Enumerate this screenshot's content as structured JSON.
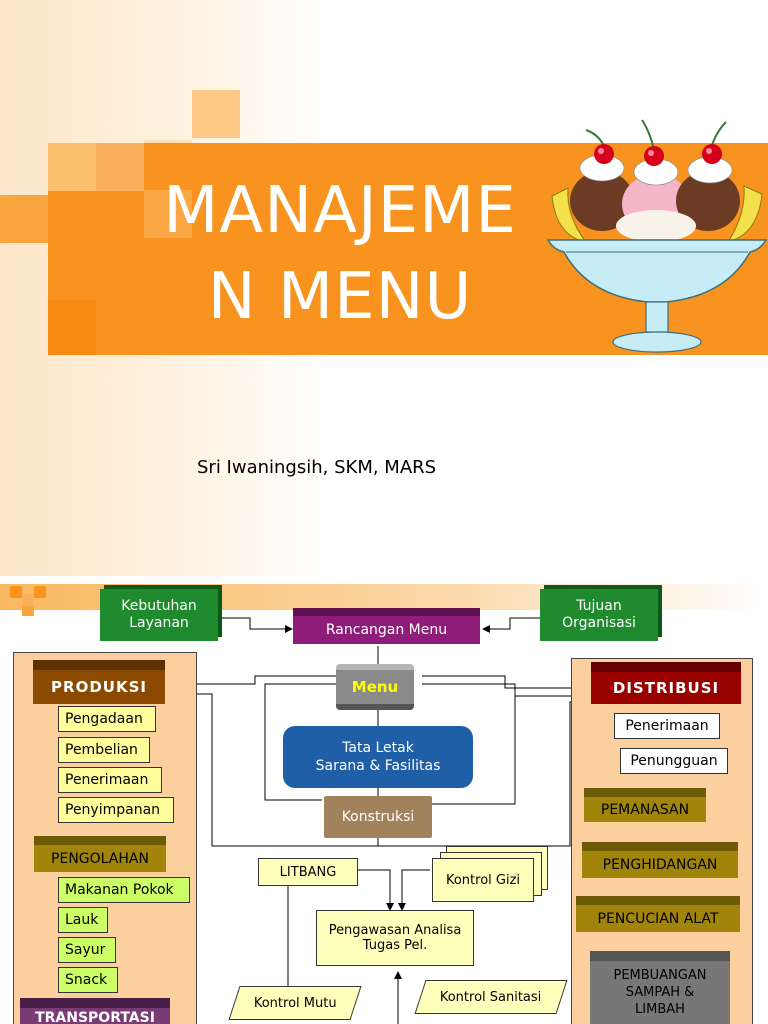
{
  "slide1": {
    "title": "MANAJEMEN MENU",
    "title_line1": "MANAJEME",
    "title_line2": "N MENU",
    "author": "Sri Iwaningsih, SKM, MARS",
    "colors": {
      "banner": "#f7931e",
      "title_text": "#ffffff",
      "squares": "#f9b860"
    },
    "illustration": "ice-cream-sundae"
  },
  "slide2": {
    "kebutuhan": "Kebutuhan Layanan",
    "rancangan": "Rancangan Menu",
    "tujuan": "Tujuan Organisasi",
    "menu": "Menu",
    "tata_letak_1": "Tata Letak",
    "tata_letak_2": "Sarana & Fasilitas",
    "konstruksi": "Konstruksi",
    "litbang": "LITBANG",
    "kontrol_gizi": "Kontrol Gizi",
    "pengawasan_1": "Pengawasan Analisa",
    "pengawasan_2": "Tugas Pel.",
    "kontrol_mutu": "Kontrol Mutu",
    "kontrol_sanitasi": "Kontrol Sanitasi",
    "produksi": {
      "title": "PRODUKSI",
      "items": [
        "Pengadaan",
        "Pembelian",
        "Penerimaan",
        "Penyimpanan"
      ],
      "pengolahan": "PENGOLAHAN",
      "pengolahan_items": [
        "Makanan Pokok",
        "Lauk",
        "Sayur",
        "Snack"
      ],
      "transportasi": "TRANSPORTASI"
    },
    "distribusi": {
      "title": "DISTRIBUSI",
      "items": [
        "Penerimaan",
        "Penungguan"
      ],
      "steps": [
        "PEMANASAN",
        "PENGHIDANGAN",
        "PENCUCIAN ALAT"
      ],
      "pembuangan_1": "PEMBUANGAN",
      "pembuangan_2": "SAMPAH &",
      "pembuangan_3": "LIMBAH"
    },
    "colors": {
      "green_box": "#1f8a2e",
      "purple_box": "#8e1d7a",
      "panel": "#fccf9e",
      "yellow_item": "#fffe9a",
      "light_green_item": "#ccff66",
      "olive_step": "#a0850a",
      "distribusi_header": "#990000",
      "produksi_header": "#8b4a00",
      "tata_letak": "#1f5fa8",
      "menu_text": "#ffff00"
    }
  }
}
